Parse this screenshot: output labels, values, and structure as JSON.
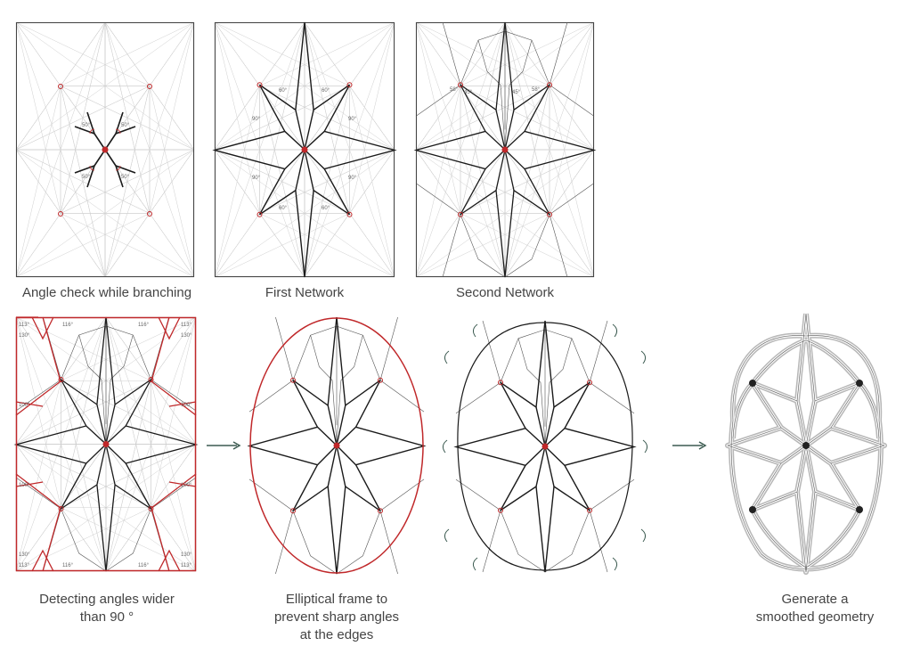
{
  "captions": {
    "angle_check": "Angle check while branching",
    "first_network": "First Network",
    "second_network": "Second Network",
    "detecting_1": "Detecting angles wider",
    "detecting_2": "than 90 °",
    "elliptical_1": "Elliptical frame to",
    "elliptical_2": "prevent sharp angles",
    "elliptical_3": "at the edges",
    "generate_1": "Generate a",
    "generate_2": "smoothed geometry"
  },
  "angles": {
    "a50": "50°",
    "a60": "60°",
    "a90": "90°",
    "a58": "58°",
    "a45": "45°",
    "a113": "113°",
    "a116": "116°",
    "a130": "130°",
    "a100": "100°"
  },
  "colors": {
    "red": "#c0282a",
    "line": "#1a1a1a",
    "grid": "#cfcfcf",
    "arrow": "#3b5a50"
  }
}
